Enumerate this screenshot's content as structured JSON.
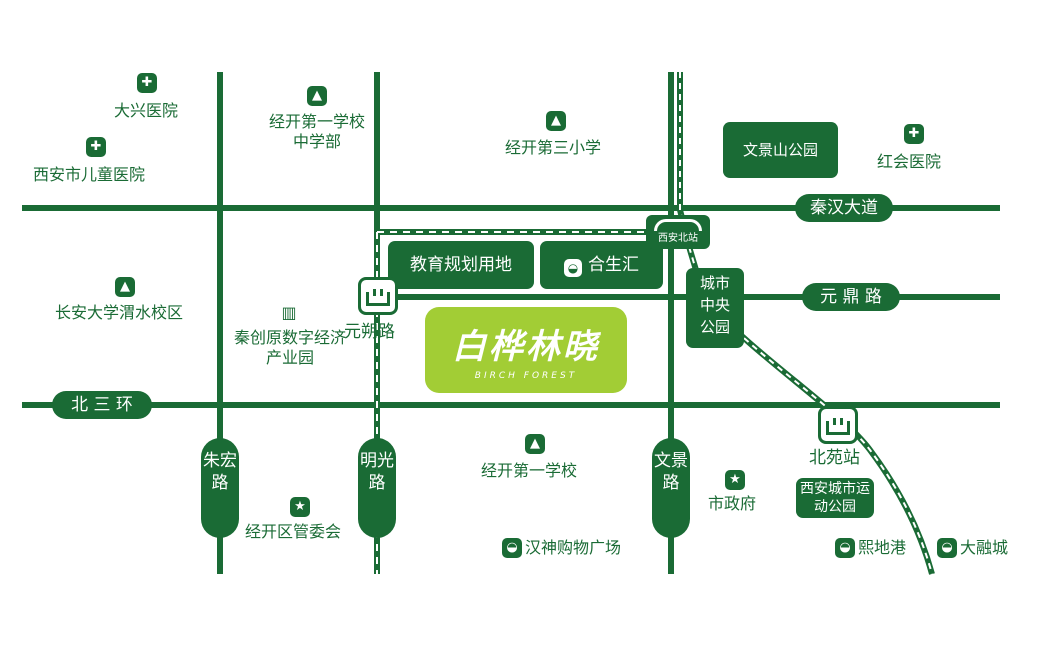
{
  "colors": {
    "road": "#1a6b35",
    "project": "#a2cd35",
    "label": "#1a6b35"
  },
  "roads": {
    "qinhan": "秦汉大道",
    "yuanding": "元 鼎 路",
    "beisanhuan": "北 三 环",
    "yuanshuo": "元朔路",
    "zhuhong": "朱宏路",
    "mingguang": "明光路",
    "wenjing": "文景路"
  },
  "project": {
    "name": "白桦林晓",
    "name_en": "BIRCH FOREST"
  },
  "parcels": {
    "edu_land": "教育规划用地",
    "hesheng": "合生汇"
  },
  "parks": {
    "wenjingshan": "文景山公园",
    "city_center": "城市中央公园",
    "sports_park": "西安城市运动公园"
  },
  "stations": {
    "xian_north": "西安北站",
    "beiyuan": "北苑站"
  },
  "pois": {
    "daxing_hospital": "大兴医院",
    "children_hospital": "西安市儿童医院",
    "jingkai_middle": "经开第一学校中学部",
    "jingkai_3rd_primary": "经开第三小学",
    "honghui_hospital": "红会医院",
    "changan_univ": "长安大学渭水校区",
    "qinchuangyuan": "秦创原数字经济产业园",
    "jingkai_1st_school": "经开第一学校",
    "city_government": "市政府",
    "jingkai_committee": "经开区管委会",
    "hanshen_plaza": "汉神购物广场",
    "xidigang": "熙地港",
    "darongcheng": "大融城"
  },
  "icons": {
    "hospital": "hospital-cross-icon",
    "school": "graduation-cap-icon",
    "government": "star-icon",
    "mall": "shopping-bag-icon",
    "industrial": "building-icon",
    "metro": "metro-station-icon",
    "rail": "train-station-icon"
  }
}
